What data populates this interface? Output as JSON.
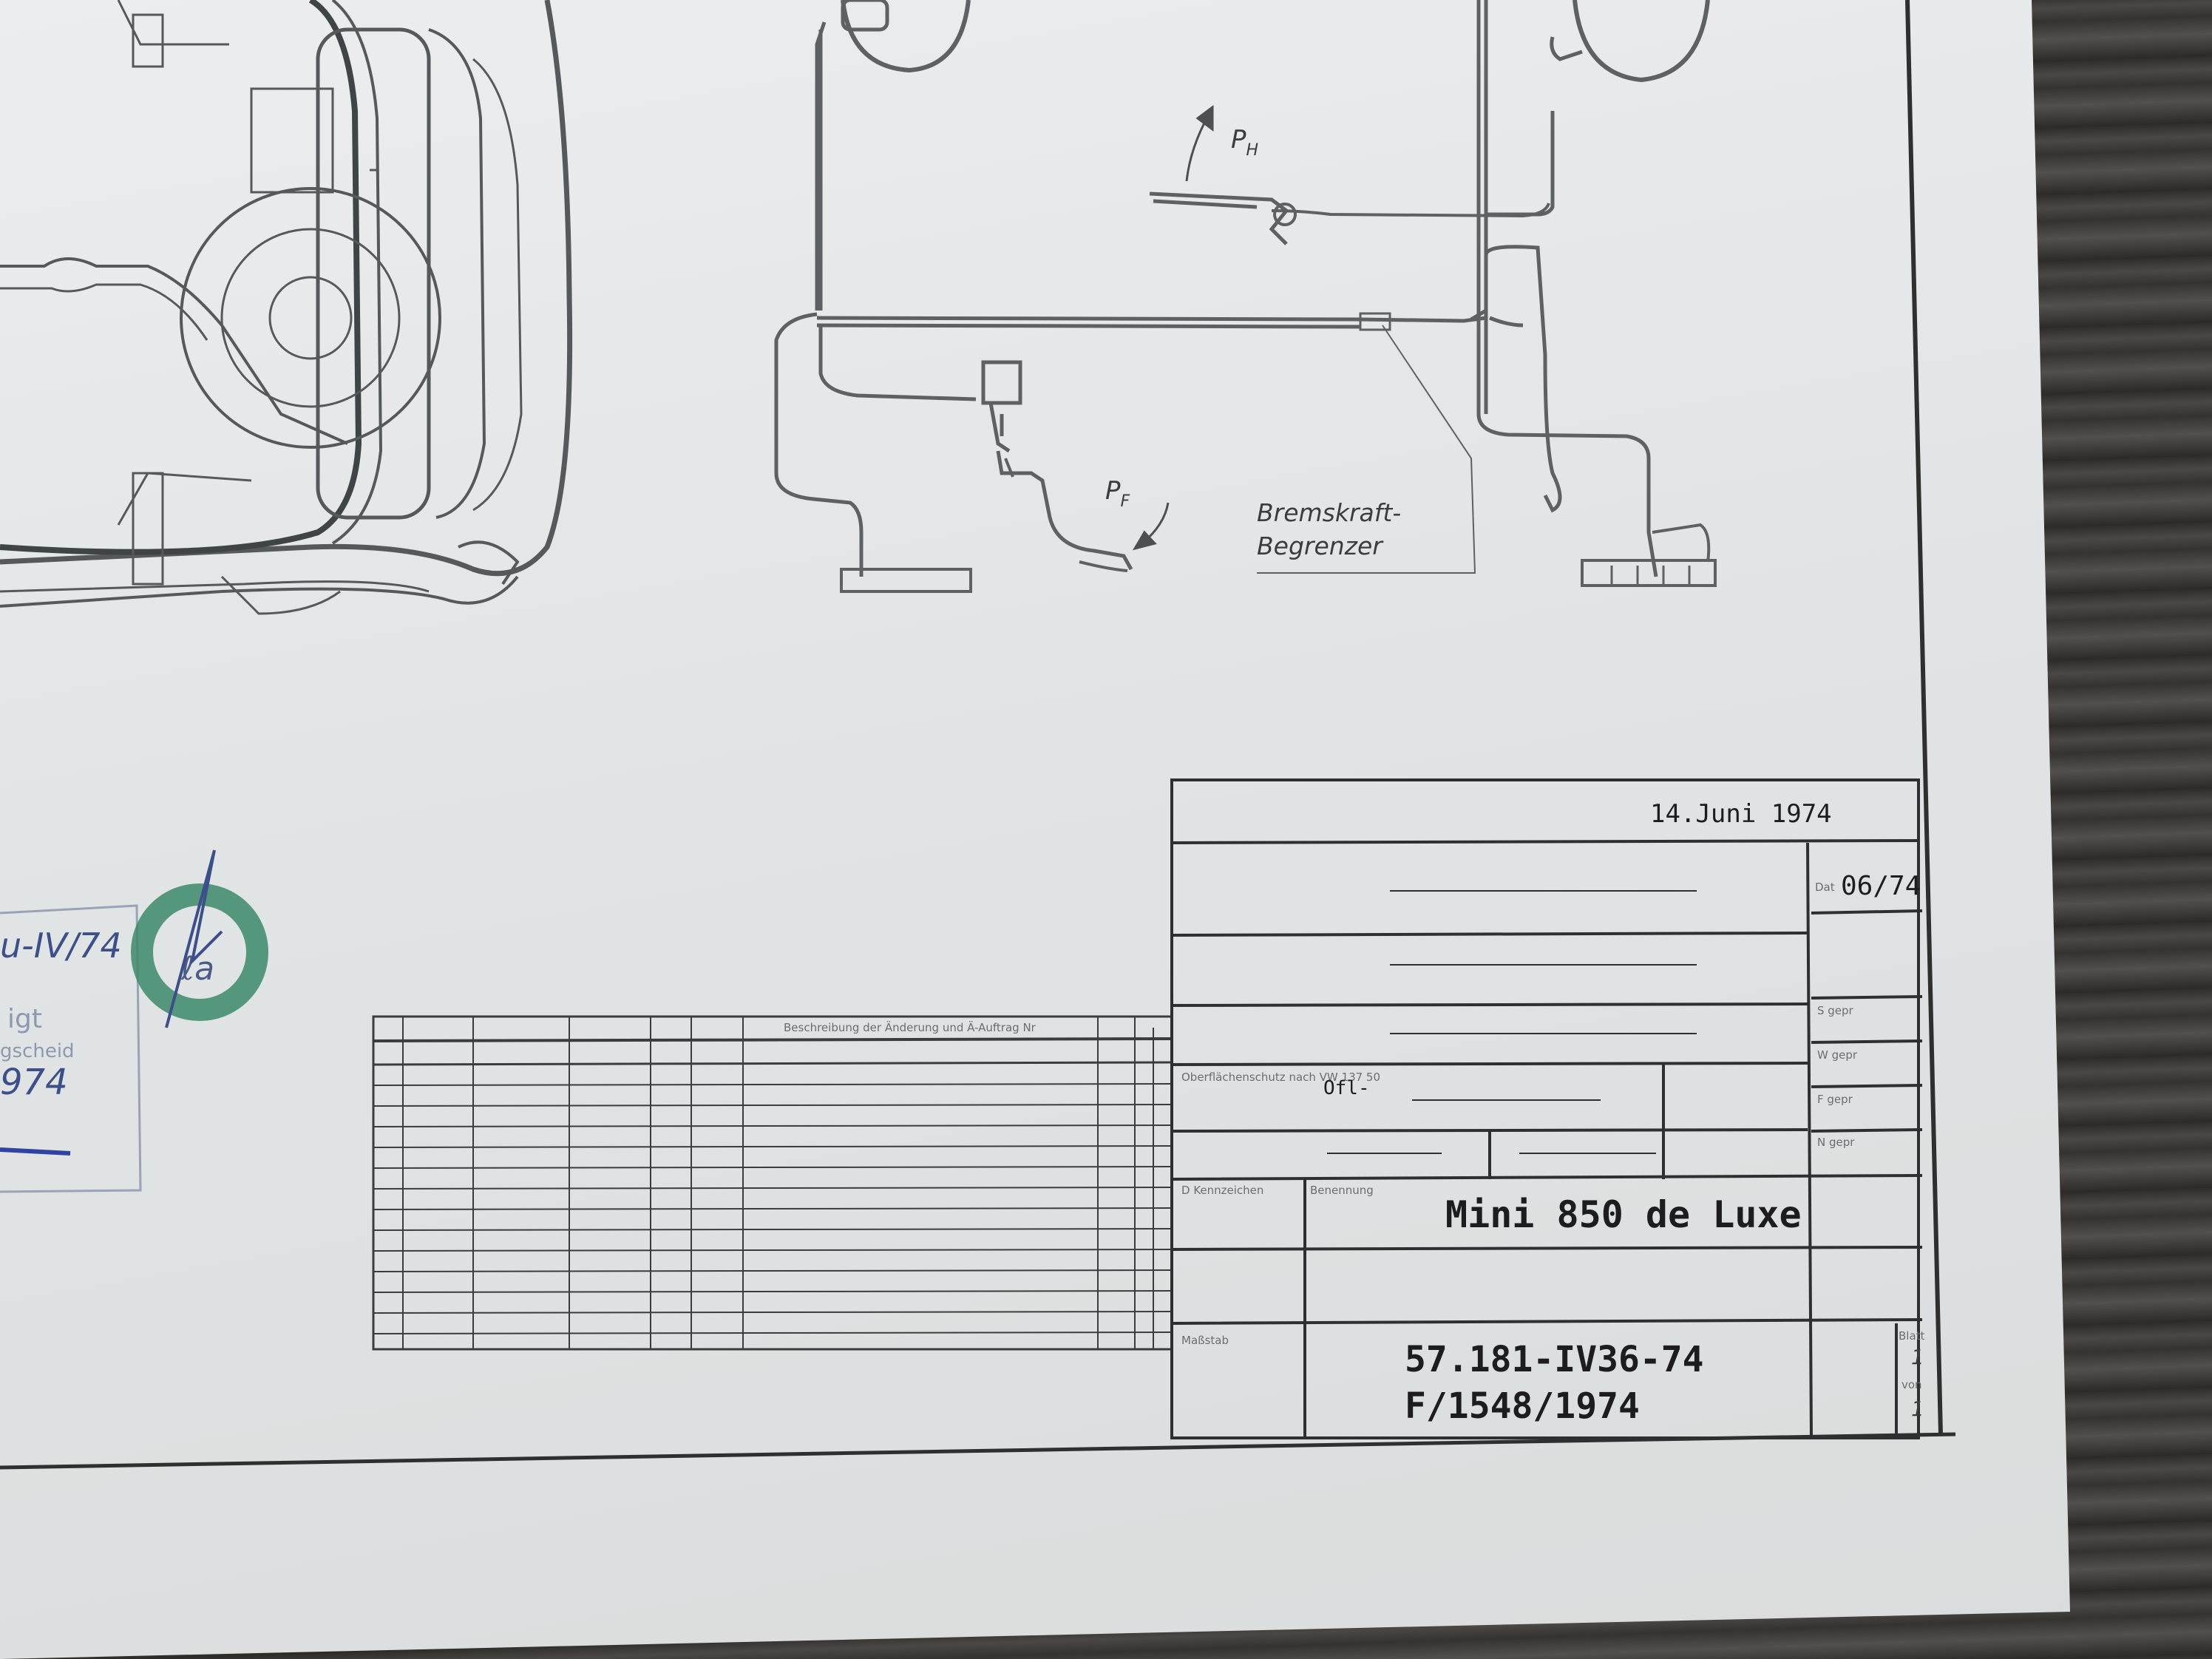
{
  "date_stamp": "14.Juni 1974",
  "date_field": "06/74",
  "title": "Mini 850 de Luxe",
  "drawing_number": "57.181-IV36-74",
  "file_number": "F/1548/1974",
  "sheet_label": "Blatt",
  "sheet_number": "1",
  "sheet_of_label": "von",
  "sheet_total": "1",
  "brake_limiter_line1": "Bremskraft-",
  "brake_limiter_line2": "Begrenzer",
  "force_hand": "P",
  "force_hand_sub": "H",
  "force_foot": "P",
  "force_foot_sub": "F",
  "surface_value": "Ofl-",
  "field_labels": {
    "oberflaeche": "Oberflächenschutz nach VW 137 50",
    "kennzeichen": "D Kennzeichen",
    "massstab": "Maßstab",
    "dat": "Dat",
    "s_gepr": "S gepr",
    "w_gepr": "W gepr",
    "f_gepr": "F gepr",
    "n_gepr": "N gepr",
    "benennung": "Benennung",
    "change_desc": "Beschreibung der Änderung und Ä-Auftrag Nr"
  },
  "stamp": {
    "top": "u-IV/74",
    "middle": "igt",
    "lower": "gscheid",
    "year": "974"
  }
}
